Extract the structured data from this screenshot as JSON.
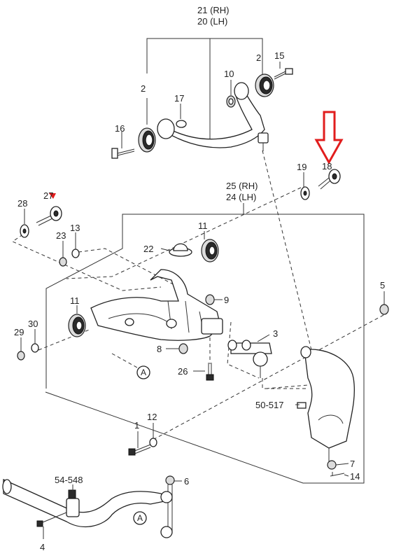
{
  "labels": {
    "l21": "21 (RH)",
    "l20": "20 (LH)",
    "l2a": "2",
    "l15": "15",
    "l10": "10",
    "l2b": "2",
    "l17": "17",
    "l16": "16",
    "l19": "19",
    "l18": "18",
    "l25": "25 (RH)",
    "l24": "24 (LH)",
    "l28": "28",
    "l27": "27",
    "l23": "23",
    "l13": "13",
    "l11a": "11",
    "l22": "22",
    "l9": "9",
    "l5": "5",
    "l11b": "11",
    "l29": "29",
    "l30": "30",
    "l3": "3",
    "l8": "8",
    "lA1": "A",
    "l26": "26",
    "l50": "50-517",
    "l1": "1",
    "l12": "12",
    "l7": "7",
    "l14": "14",
    "l54": "54-548",
    "l6": "6",
    "lA2": "A",
    "l4": "4"
  },
  "highlight": {
    "color": "#e11d1d",
    "target": "18"
  }
}
